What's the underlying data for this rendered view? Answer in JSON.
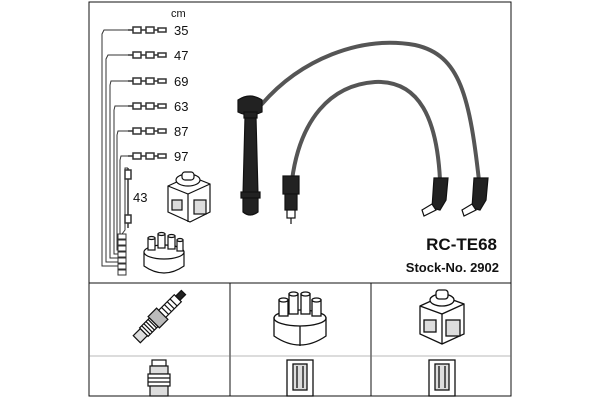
{
  "unit": "cm",
  "lengths": [
    {
      "value": "35"
    },
    {
      "value": "47"
    },
    {
      "value": "69"
    },
    {
      "value": "63"
    },
    {
      "value": "87"
    },
    {
      "value": "97"
    },
    {
      "value": "43"
    }
  ],
  "product": {
    "model": "RC-TE68",
    "stock": "Stock-No. 2902"
  },
  "parts": [
    "spark-plug",
    "distributor-cap",
    "ignition-coil",
    "plug-terminal",
    "cap-terminal",
    "coil-terminal"
  ],
  "colors": {
    "line": "#111111",
    "cable": "#555555",
    "background": "#ffffff"
  }
}
